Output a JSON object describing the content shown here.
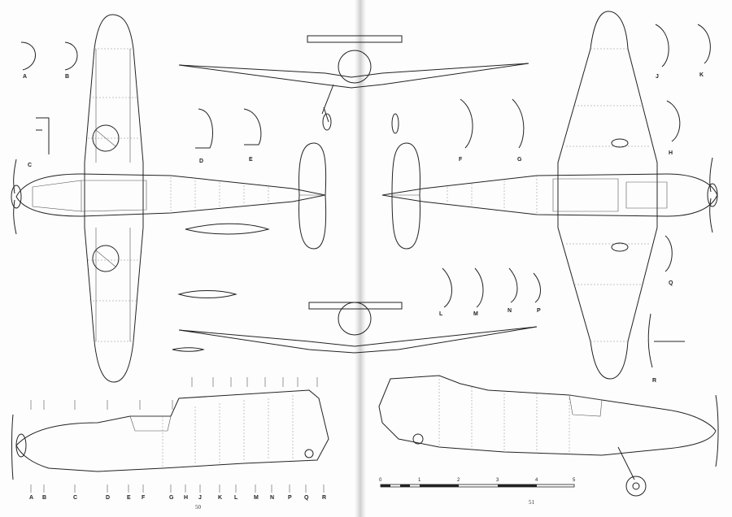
{
  "pages": {
    "left_number": "50",
    "right_number": "51"
  },
  "left_section_labels": [
    "A",
    "B",
    "C",
    "D",
    "E",
    "F",
    "G",
    "H",
    "J",
    "K",
    "L",
    "M",
    "N",
    "P",
    "Q",
    "R"
  ],
  "right_section_labels": [
    "F",
    "G",
    "H",
    "J",
    "K",
    "L",
    "M",
    "N",
    "P",
    "Q",
    "R"
  ],
  "left_profile_labels": [
    "A",
    "B",
    "C",
    "D",
    "E"
  ],
  "scale": {
    "ticks": [
      "0",
      "1",
      "2",
      "3",
      "4",
      "5"
    ]
  }
}
